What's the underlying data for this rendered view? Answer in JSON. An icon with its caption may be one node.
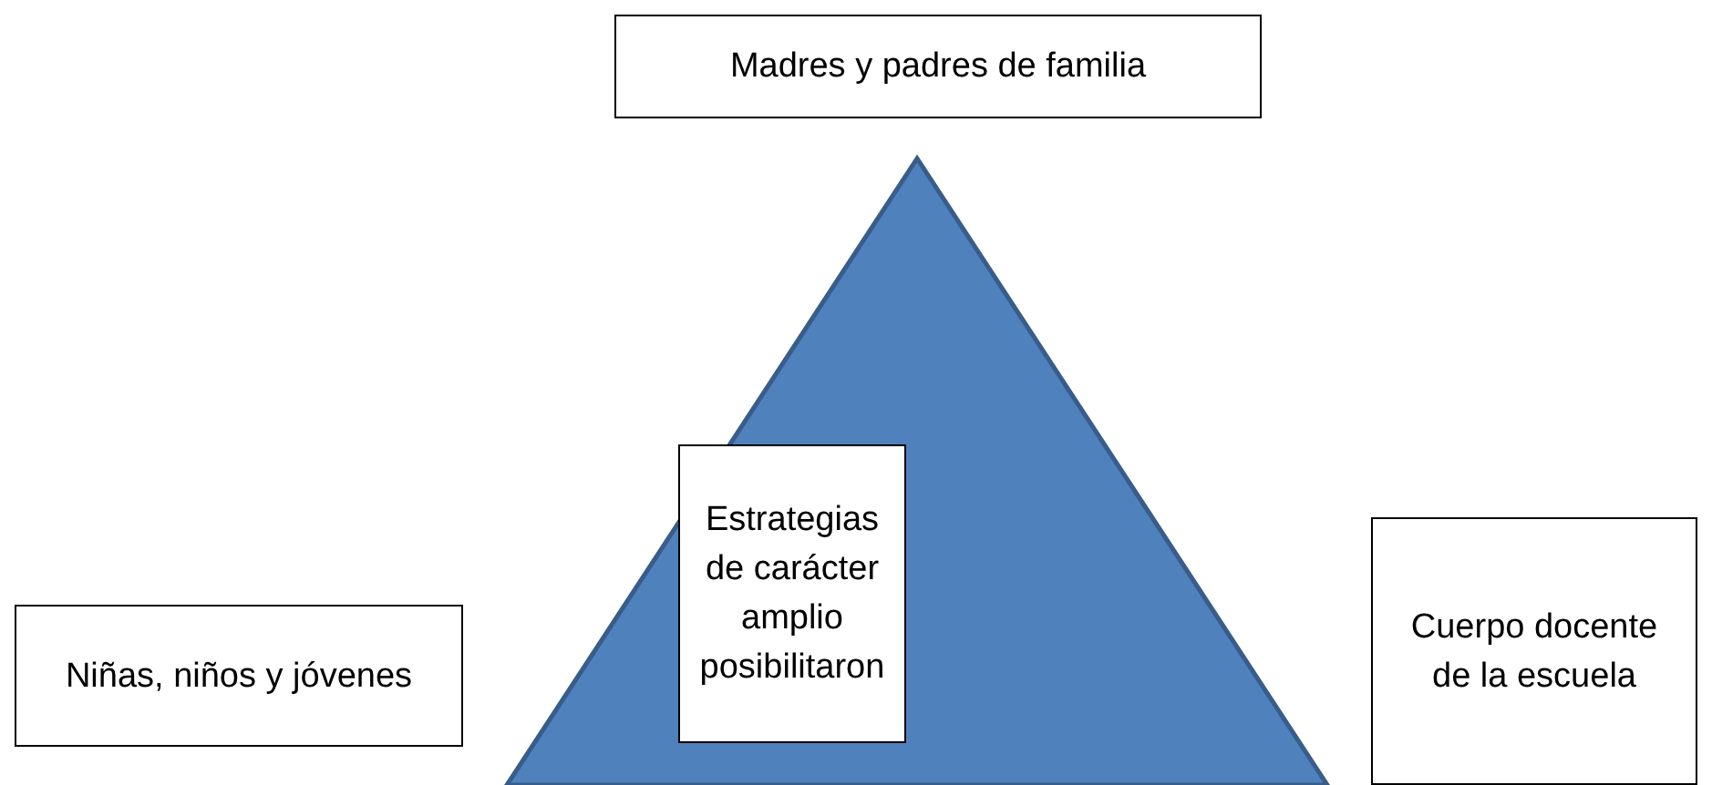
{
  "diagram": {
    "nodes": [
      {
        "text": [
          "Madres y padres de familia"
        ]
      },
      {
        "text": [],
        "shape": "triangle"
      },
      {
        "text": [
          "Estrategias de carácter amplio posibilitaron"
        ],
        "in": 1
      },
      {
        "text": [
          "Niñas, niños y jóvenes"
        ]
      },
      {
        "text": [
          "Cuerpo docente de la escuela"
        ]
      }
    ]
  }
}
